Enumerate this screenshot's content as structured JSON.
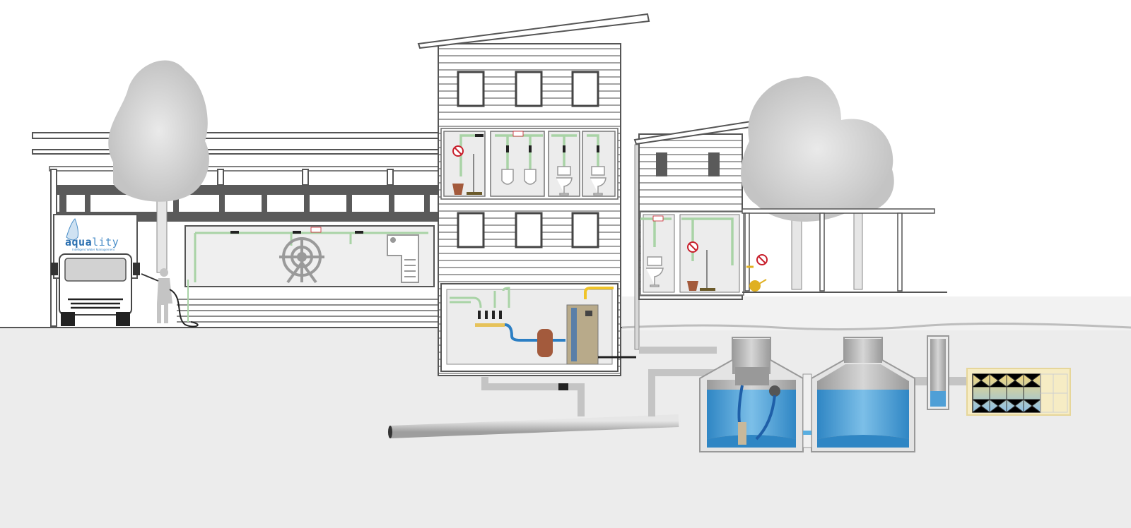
{
  "diagram": {
    "title": "Rainwater harvesting system cross-section",
    "brand": {
      "name_bold": "aqua",
      "name_light": "lity",
      "tagline": "Intelligent Water Management"
    },
    "colors": {
      "ground": "#ececec",
      "water": "#3f97d0",
      "water_light": "#9fd0ef",
      "service_pipe": "#a9d3a6",
      "supply_pipe_blue": "#2c7fc4",
      "supply_pipe_yellow": "#f0c428",
      "pipe_grey": "#c9c9c9",
      "building_line": "#555555",
      "tree_foliage": "#d4d4d4",
      "tank_grey": "#b8b8b8",
      "pressure_vessel": "#a35a3c",
      "no_drink_sign": "#c8202c",
      "watering_can": "#e0b020",
      "infiltration_box": "#f6ecc4"
    },
    "components": [
      {
        "id": "truck",
        "label": "Service truck with aquality branding"
      },
      {
        "id": "pressure-washer-user",
        "label": "Person using pressure washer"
      },
      {
        "id": "carwash-hall",
        "label": "Hall with wash equipment and machinery"
      },
      {
        "id": "toilets-level-2",
        "label": "Sanitary room: sink, 2 urinals, 2 toilets"
      },
      {
        "id": "utility-basement",
        "label": "Basement: manifold, expansion vessel, control unit"
      },
      {
        "id": "annex-toilets",
        "label": "Annex: toilet and utility sink"
      },
      {
        "id": "garden-tap",
        "label": "Outdoor tap with watering can"
      },
      {
        "id": "filter-tank",
        "label": "Rainwater tank with filter and pump"
      },
      {
        "id": "storage-tank",
        "label": "Second storage tank"
      },
      {
        "id": "overflow-shaft",
        "label": "Overflow shaft"
      },
      {
        "id": "infiltration-field",
        "label": "Infiltration crate field"
      },
      {
        "id": "sewer-pipe",
        "label": "Sewer connection pipe"
      }
    ],
    "signs": {
      "non_potable": "no-drinking-water-sign"
    }
  }
}
